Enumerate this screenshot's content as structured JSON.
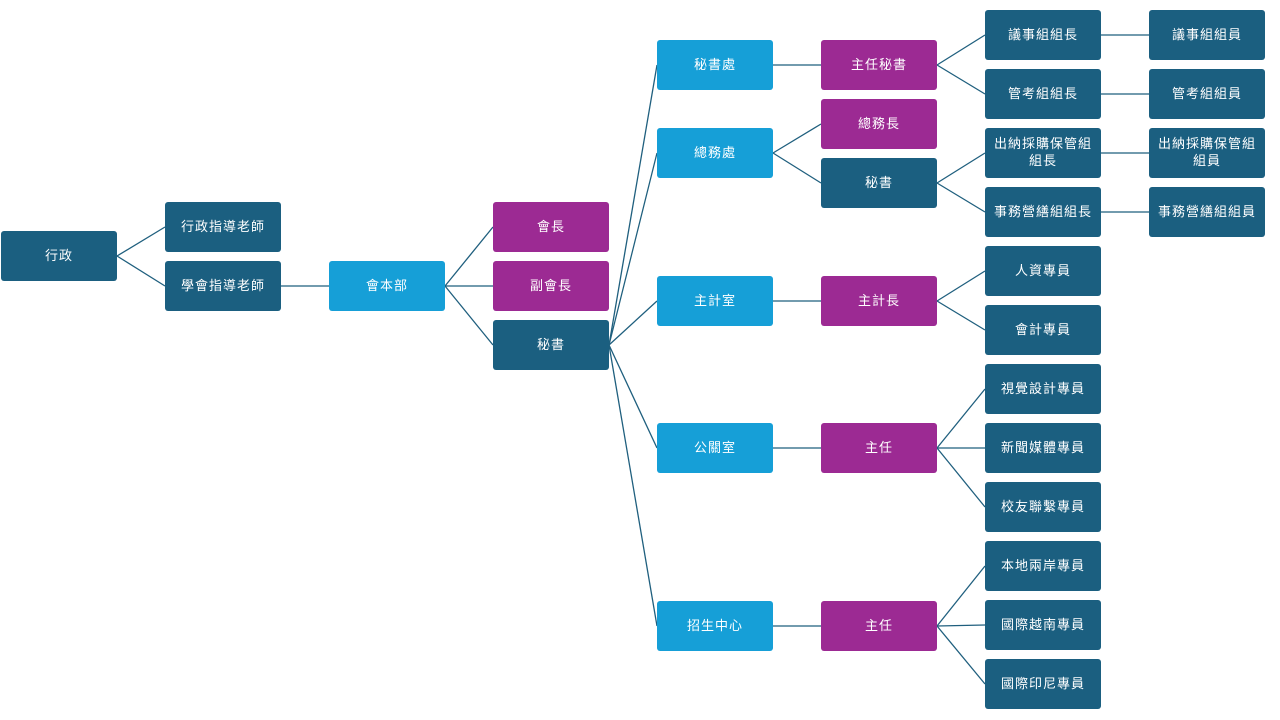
{
  "colors": {
    "dark": "#1b5f80",
    "light": "#169fd7",
    "purple": "#9c2a93",
    "connector": "#1f5f7e"
  },
  "nodes": {
    "admin": "行政",
    "admin_advisor": "行政指導老師",
    "council_advisor": "學會指導老師",
    "headquarters": "會本部",
    "president": "會長",
    "vice_president": "副會長",
    "secretary_main": "秘書",
    "secretariat": "秘書處",
    "general_affairs": "總務處",
    "accounting_office": "主計室",
    "pr_office": "公關室",
    "admissions_center": "招生中心",
    "chief_secretary": "主任秘書",
    "general_affairs_head": "總務長",
    "ga_secretary": "秘書",
    "chief_accountant": "主計長",
    "pr_director": "主任",
    "admissions_director": "主任",
    "proceedings_leader": "議事組組長",
    "proceedings_member": "議事組組員",
    "audit_leader": "管考組組長",
    "audit_member": "管考組組員",
    "cashier_leader": "出納採購保管組組長",
    "cashier_member": "出納採購保管組組員",
    "operations_leader": "事務營繕組組長",
    "operations_member": "事務營繕組組員",
    "hr_specialist": "人資專員",
    "accounting_specialist": "會計專員",
    "visual_design": "視覺設計專員",
    "news_media": "新聞媒體專員",
    "alumni_liaison": "校友聯繫專員",
    "local_cross_strait": "本地兩岸專員",
    "intl_vietnam": "國際越南專員",
    "intl_indonesia": "國際印尼專員"
  }
}
